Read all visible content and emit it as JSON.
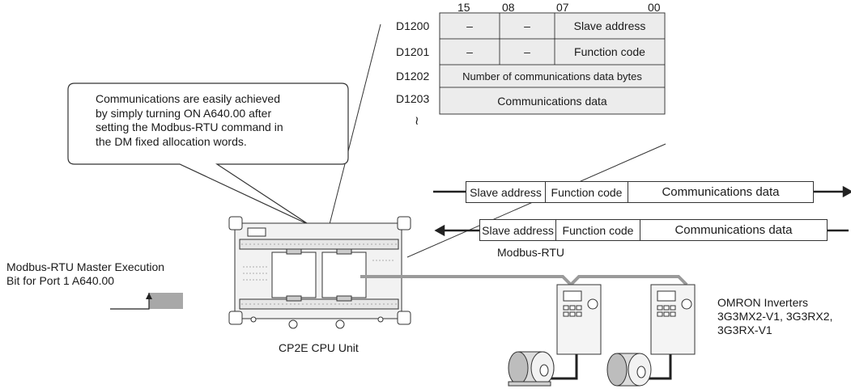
{
  "dm_table": {
    "bit_labels": [
      "15",
      "08",
      "07",
      "00"
    ],
    "rows": [
      {
        "word": "D1200",
        "c1": "–",
        "c2": "–",
        "c3": "Slave address"
      },
      {
        "word": "D1201",
        "c1": "–",
        "c2": "–",
        "c3": "Function code"
      },
      {
        "word": "D1202",
        "full": "Number of communications data bytes"
      },
      {
        "word": "D1203",
        "full": "Communications data"
      }
    ],
    "continuation": "≀"
  },
  "callout": {
    "text_lines": [
      "Communications are easily achieved",
      "by simply turning ON A640.00 after",
      "setting the Modbus-RTU command in",
      "the DM fixed allocation words."
    ]
  },
  "frames": {
    "send": [
      "Slave address",
      "Function code",
      "Communications data"
    ],
    "receive": [
      "Slave address",
      "Function code",
      "Communications data"
    ],
    "label": "Modbus-RTU"
  },
  "master_bit": {
    "lines": [
      "Modbus-RTU Master Execution",
      "Bit for Port 1 A640.00"
    ]
  },
  "plc": {
    "label": "CP2E CPU Unit"
  },
  "inverters": {
    "lines": [
      "OMRON Inverters",
      "3G3MX2-V1, 3G3RX2,",
      "3G3RX-V1"
    ]
  },
  "colors": {
    "cell_fill": "#ececec",
    "cable": "#9a9a9a",
    "signal_fill": "#a8a8a8",
    "line": "#333333"
  }
}
